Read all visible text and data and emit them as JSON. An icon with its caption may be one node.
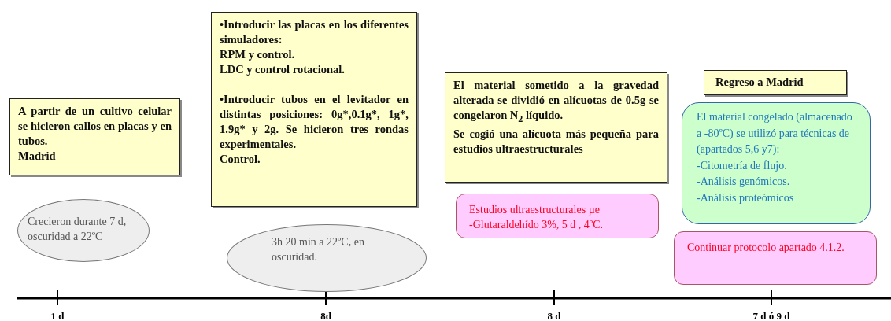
{
  "diagram": {
    "nodes": [
      {
        "text": [
          "A partir de un cultivo celular se hicieron callos en placas y en tubos.",
          "Madrid"
        ]
      },
      {
        "text": [
          "Crecieron durante 7 d, oscuridad a 22ºC"
        ]
      },
      {
        "text": [
          "•Introducir las placas en los diferentes simuladores:",
          "RPM y  control.",
          "LDC y control rotacional.",
          "•Introducir tubos en el levitador en distintas posiciones: 0g*,0.1g*, 1g*, 1.9g* y 2g. Se hicieron tres rondas experimentales.",
          "Control."
        ]
      },
      {
        "text": [
          "3h 20 min a 22ºC, en oscuridad."
        ]
      },
      {
        "text": [
          "El material sometido a la gravedad alterada se dividió en alícuotas de 0.5g  se congelaron N$_{2}$ líquido.",
          "Se cogió una alícuota más pequeña para estudios ultraestructurales"
        ]
      },
      {
        "text": [
          "Estudios ultraestructurales µe",
          "-Glutaraldehído 3%, 5 d , 4ºC."
        ]
      },
      {
        "text": [
          "Regreso a Madrid"
        ]
      },
      {
        "text": [
          "El material congelado (almacenado a -80ºC) se utilizó para técnicas de (apartados 5,6 y7):",
          "-Citometría de flujo.",
          "-Análisis genómicos.",
          "-Análisis proteómicos"
        ]
      },
      {
        "text": [
          "Continuar protocolo apartado 4.1.2."
        ]
      }
    ],
    "edges": [],
    "labels": [
      "1 d",
      "8d",
      "8 d",
      "7 d ó 9 d"
    ]
  }
}
